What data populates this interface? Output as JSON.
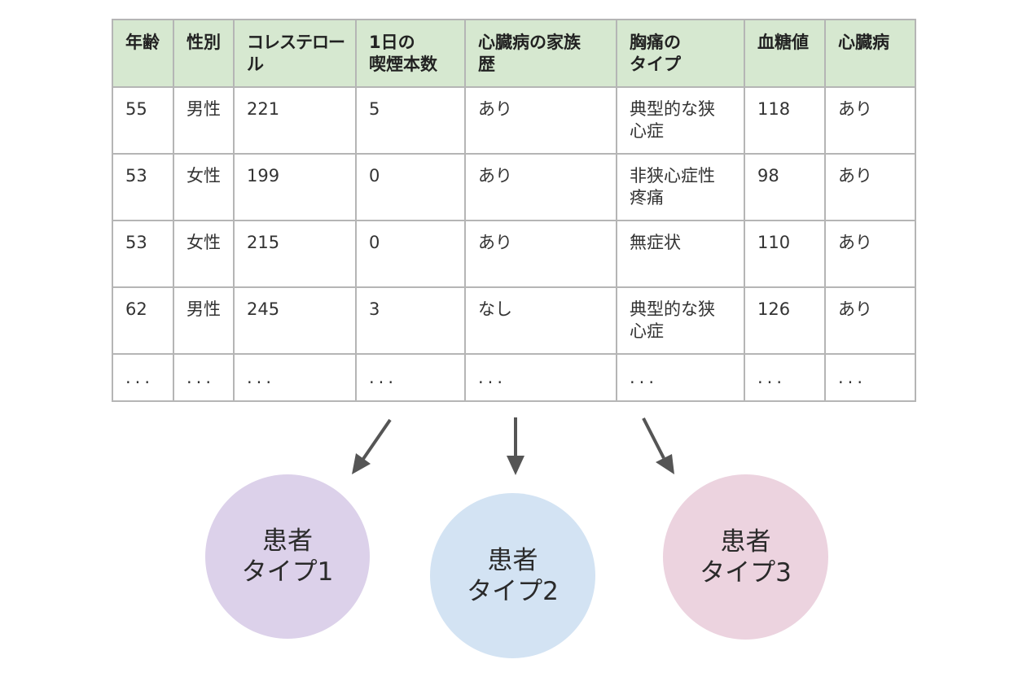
{
  "table": {
    "headers": [
      [
        "年齢"
      ],
      [
        "性別"
      ],
      [
        "コレステロール"
      ],
      [
        "1日の",
        "喫煙本数"
      ],
      [
        "心臓病の家族",
        "歴"
      ],
      [
        "胸痛の",
        "タイプ"
      ],
      [
        "血糖値"
      ],
      [
        "心臓病"
      ]
    ],
    "rows": [
      [
        "55",
        "男性",
        "221",
        "5",
        "あり",
        [
          "典型的な狭",
          "心症"
        ],
        "118",
        "あり"
      ],
      [
        "53",
        "女性",
        "199",
        "0",
        "あり",
        [
          "非狭心症性",
          "疼痛"
        ],
        "98",
        "あり"
      ],
      [
        "53",
        "女性",
        "215",
        "0",
        "あり",
        [
          "無症状"
        ],
        "110",
        "あり"
      ],
      [
        "62",
        "男性",
        "245",
        "3",
        "なし",
        [
          "典型的な狭",
          "心症"
        ],
        "126",
        "あり"
      ]
    ],
    "ellipsis": [
      "...",
      "...",
      "...",
      "...",
      "...",
      "...",
      "...",
      "..."
    ]
  },
  "clusters": [
    {
      "line1": "患者",
      "line2": "タイプ1",
      "color": "#dcd1ea"
    },
    {
      "line1": "患者",
      "line2": "タイプ2",
      "color": "#d3e3f3"
    },
    {
      "line1": "患者",
      "line2": "タイプ3",
      "color": "#ecd3df"
    }
  ],
  "colors": {
    "header_bg": "#d6e8d0",
    "grid": "#b5b5b5",
    "arrow": "#555555"
  }
}
